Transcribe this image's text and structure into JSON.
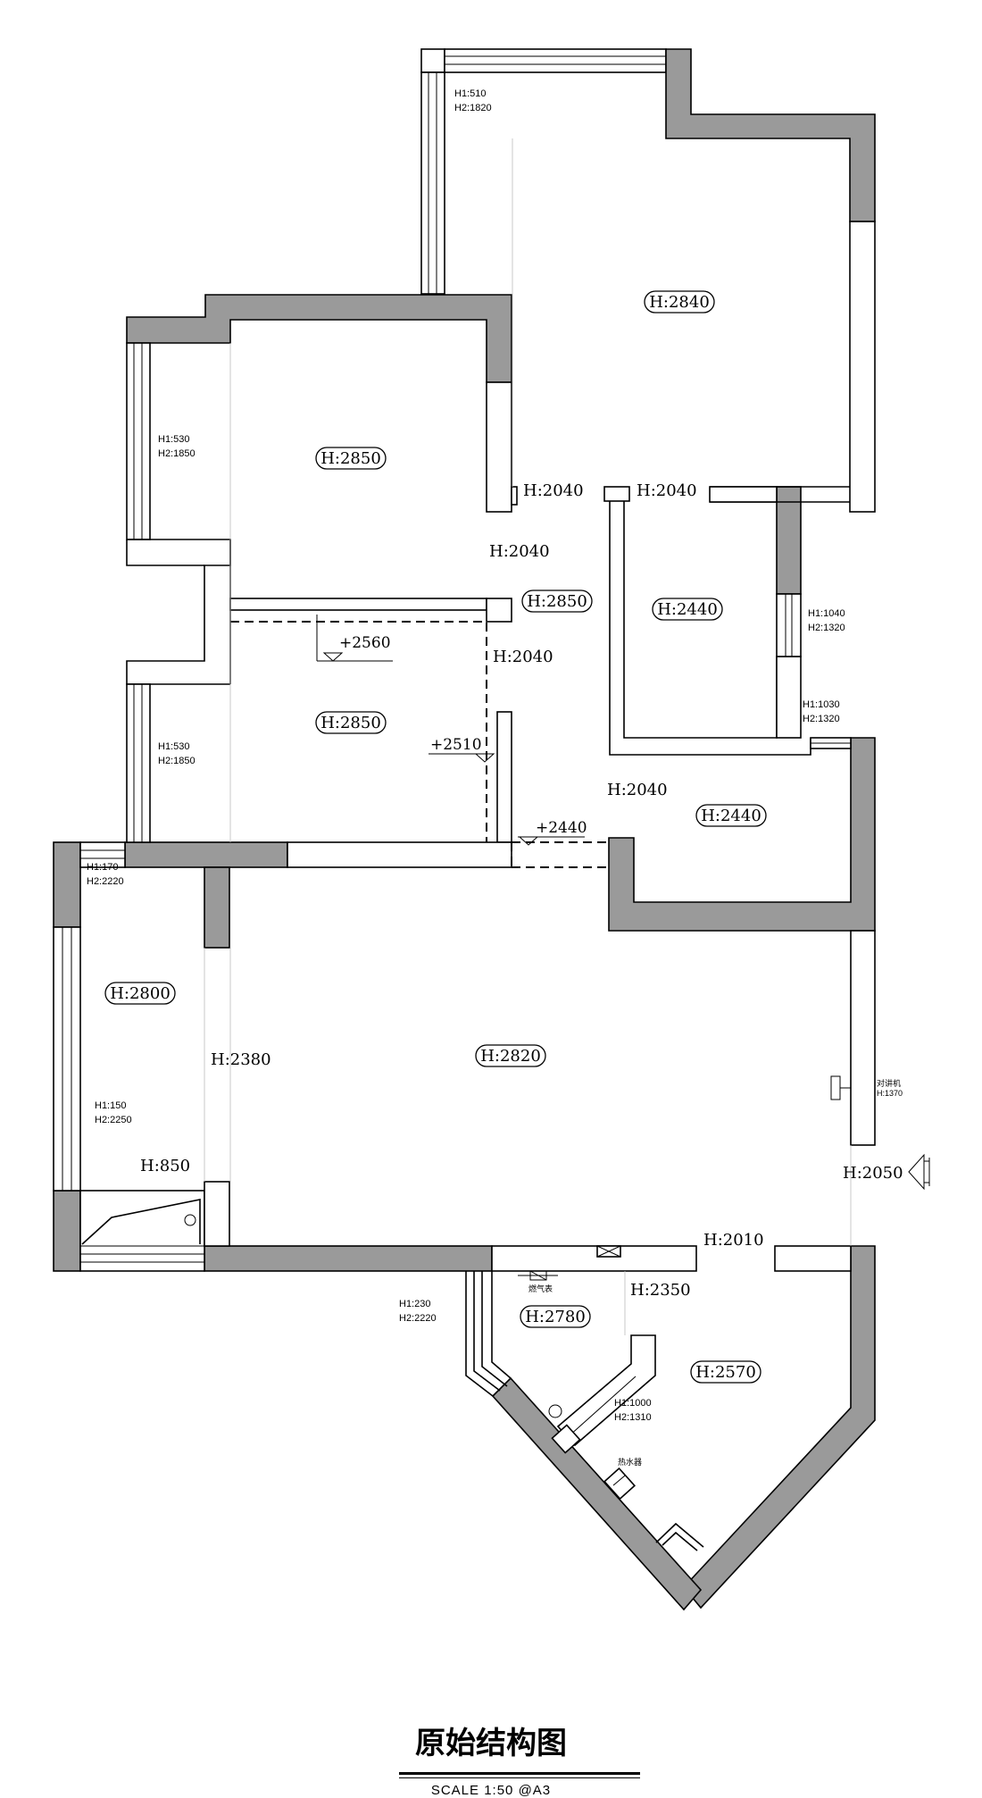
{
  "drawing": {
    "title": "原始结构图",
    "scale": "SCALE 1:50 @A3"
  },
  "ceilings": {
    "balcony_top": "H:2840",
    "bedroom_upper": "H:2850",
    "corridor": "H:2850",
    "bedroom_lower": "H:2850",
    "bathroom_upper": "H:2440",
    "bathroom_lower": "H:2440",
    "balcony_left": "H:2800",
    "living_room": "H:2820",
    "kitchen": "H:2780",
    "kitchen_right": "H:2570"
  },
  "openings": {
    "door_a": "H:2040",
    "door_b": "H:2040",
    "door_c": "H:2040",
    "door_d": "H:2040",
    "door_e": "H:2040",
    "living_left": "H:2380",
    "window_850": "H:850",
    "entry": "H:2050",
    "kitchen_top": "H:2010",
    "kitchen_inner": "H:2350"
  },
  "windows": {
    "top_h1": "H1:510",
    "top_h2": "H2:1820",
    "bed1_h1": "H1:530",
    "bed1_h2": "H2:1850",
    "bed2_h1": "H1:530",
    "bed2_h2": "H2:1850",
    "bath1_h1": "H1:1040",
    "bath1_h2": "H2:1320",
    "bath2_h1": "H1:1030",
    "bath2_h2": "H2:1320",
    "bal_h1": "H1:170",
    "bal_h2": "H2:2220",
    "bal2_h1": "H1:150",
    "bal2_h2": "H2:2250",
    "kit_h1": "H1:230",
    "kit_h2": "H2:2220",
    "kit2_h1": "H1:1000",
    "kit2_h2": "H2:1310"
  },
  "levels": {
    "level_a": "+2560",
    "level_b": "+2510",
    "level_c": "+2440"
  },
  "fixtures": {
    "intercom": "对讲机",
    "intercom_height": "H:1370",
    "gas_meter": "燃气表",
    "water_heater": "热水器"
  }
}
